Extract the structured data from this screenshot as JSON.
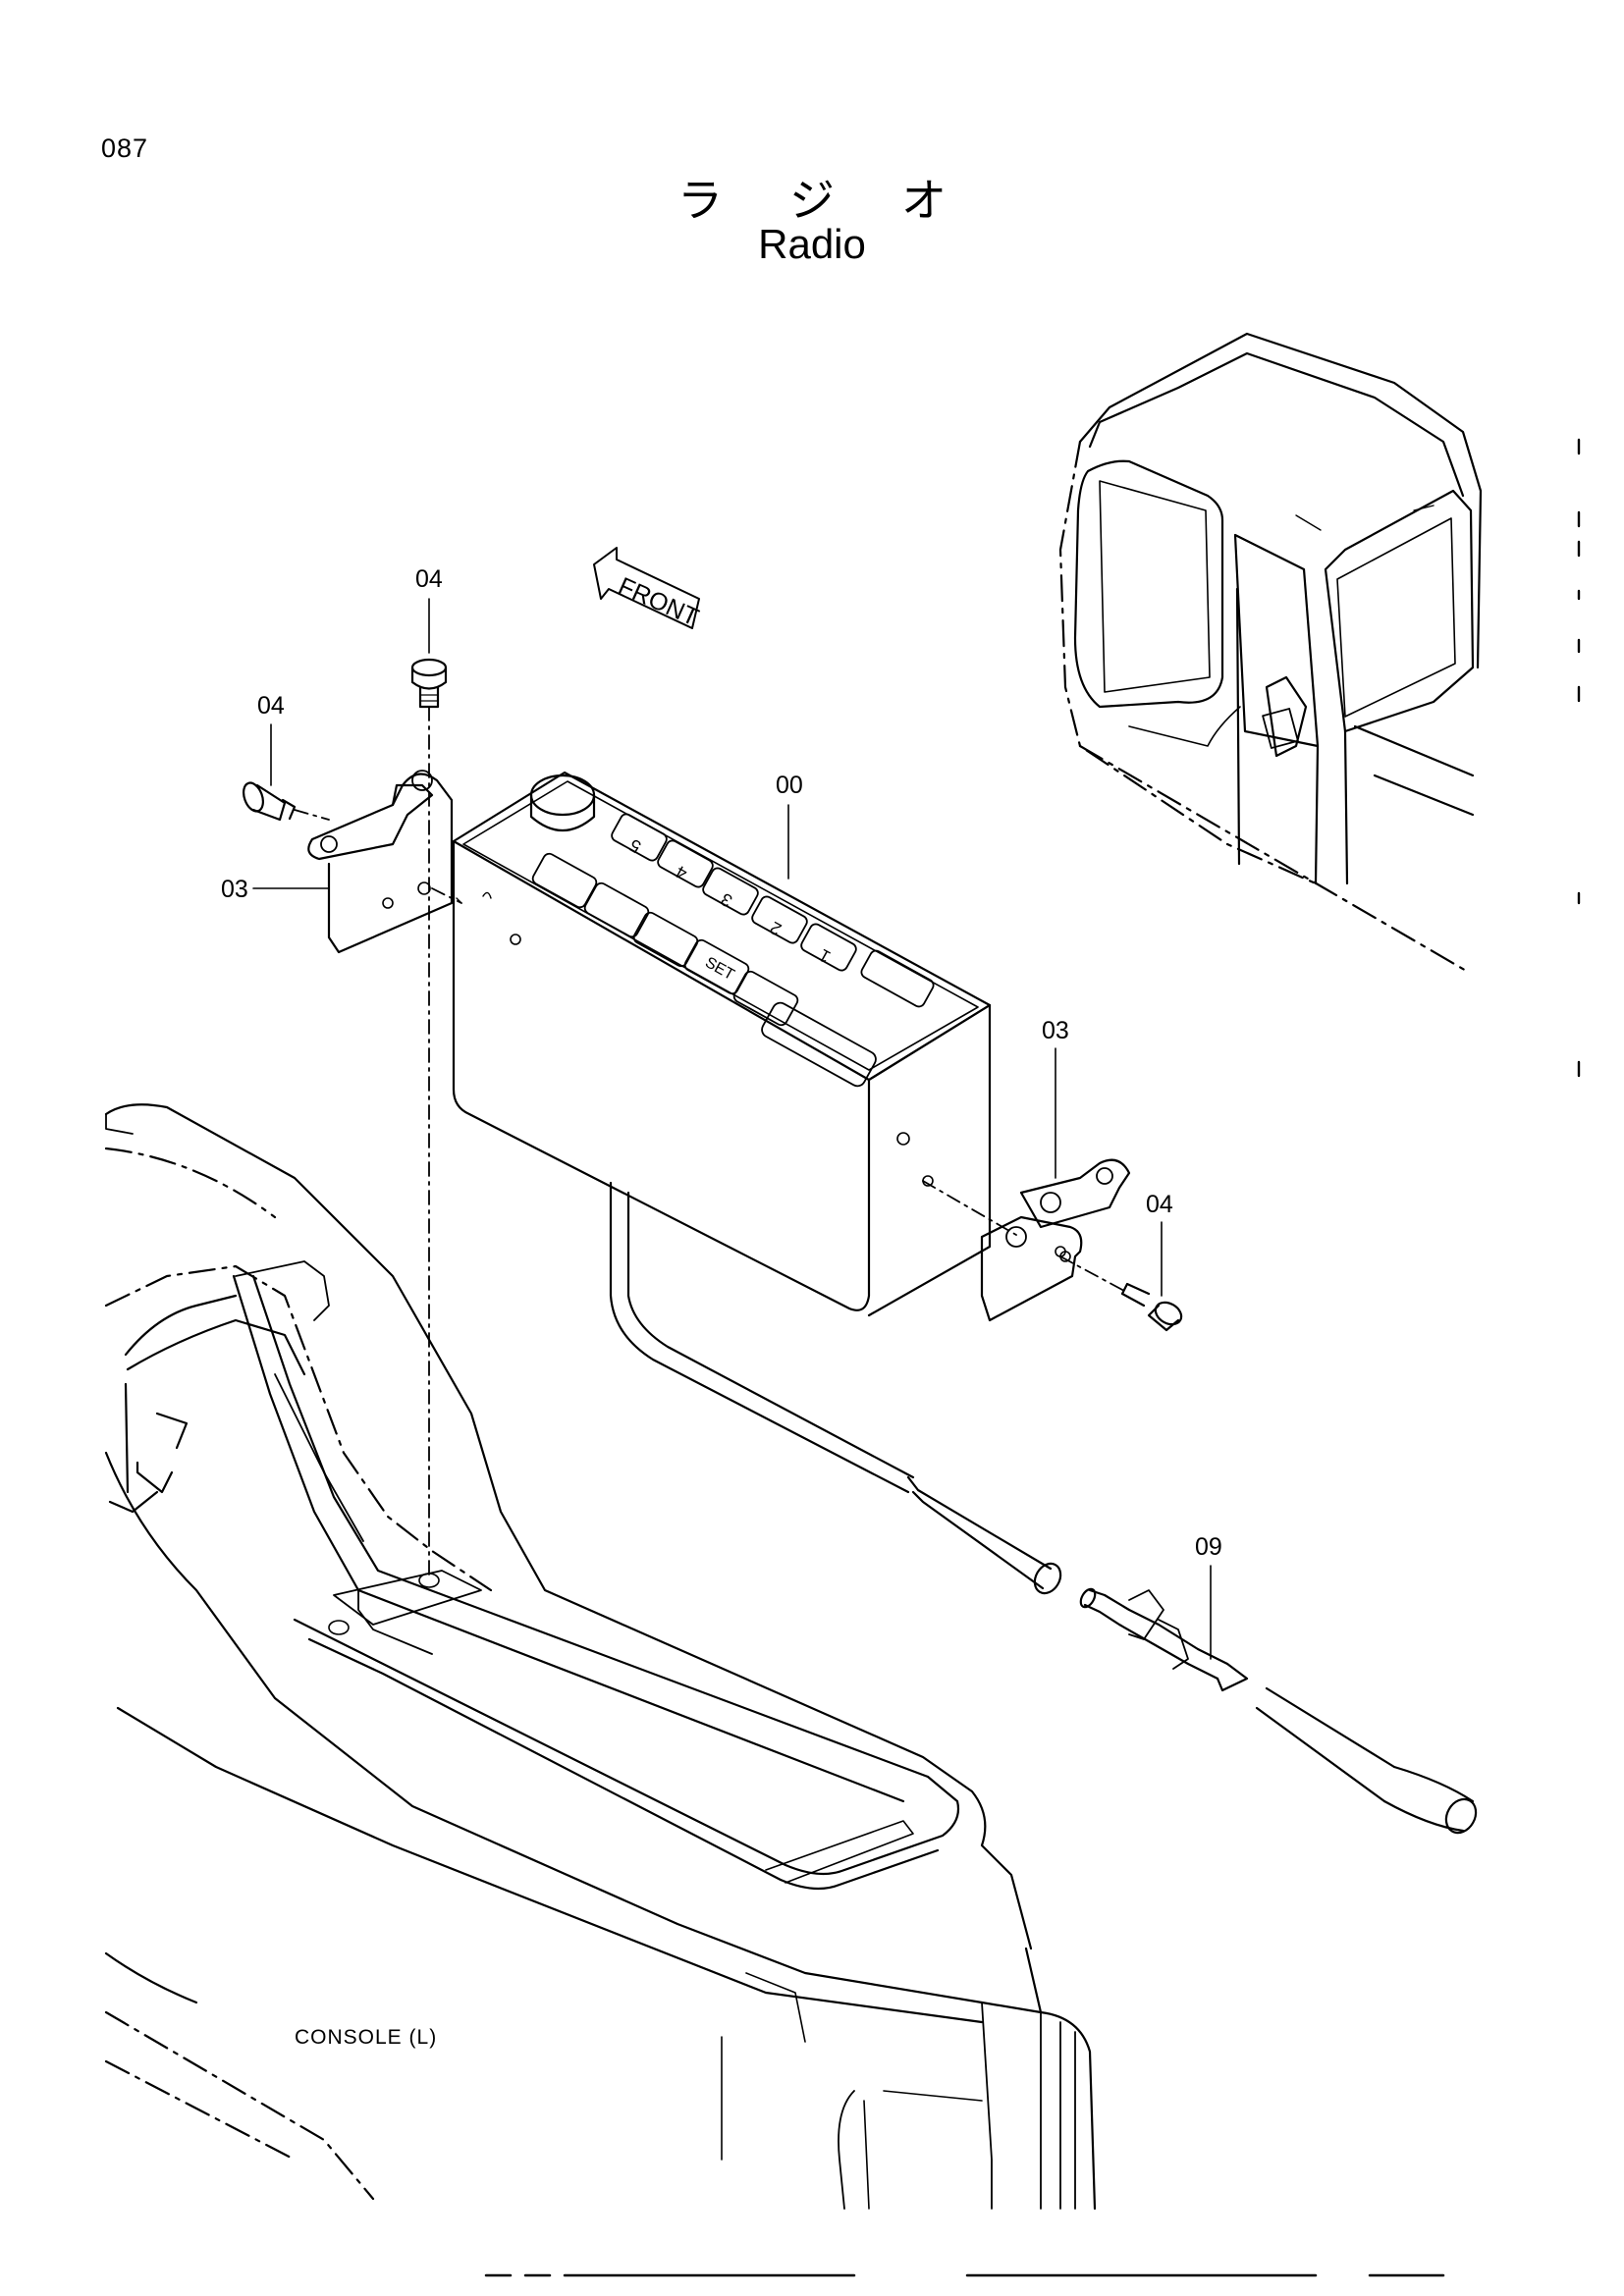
{
  "page_number": "087",
  "title_jp": [
    "ラ",
    "ジ",
    "オ"
  ],
  "title_en": "Radio",
  "front_label": "FRONT",
  "radio_buttons": [
    "5",
    "4",
    "3",
    "2",
    "1",
    "SET"
  ],
  "callouts": {
    "radio": "00",
    "bracket_left": "03",
    "bracket_right": "03",
    "bolt_top": "04",
    "bolt_left": "04",
    "bolt_right": "04",
    "antenna_cable": "09"
  },
  "console_label": "CONSOLE (L)"
}
